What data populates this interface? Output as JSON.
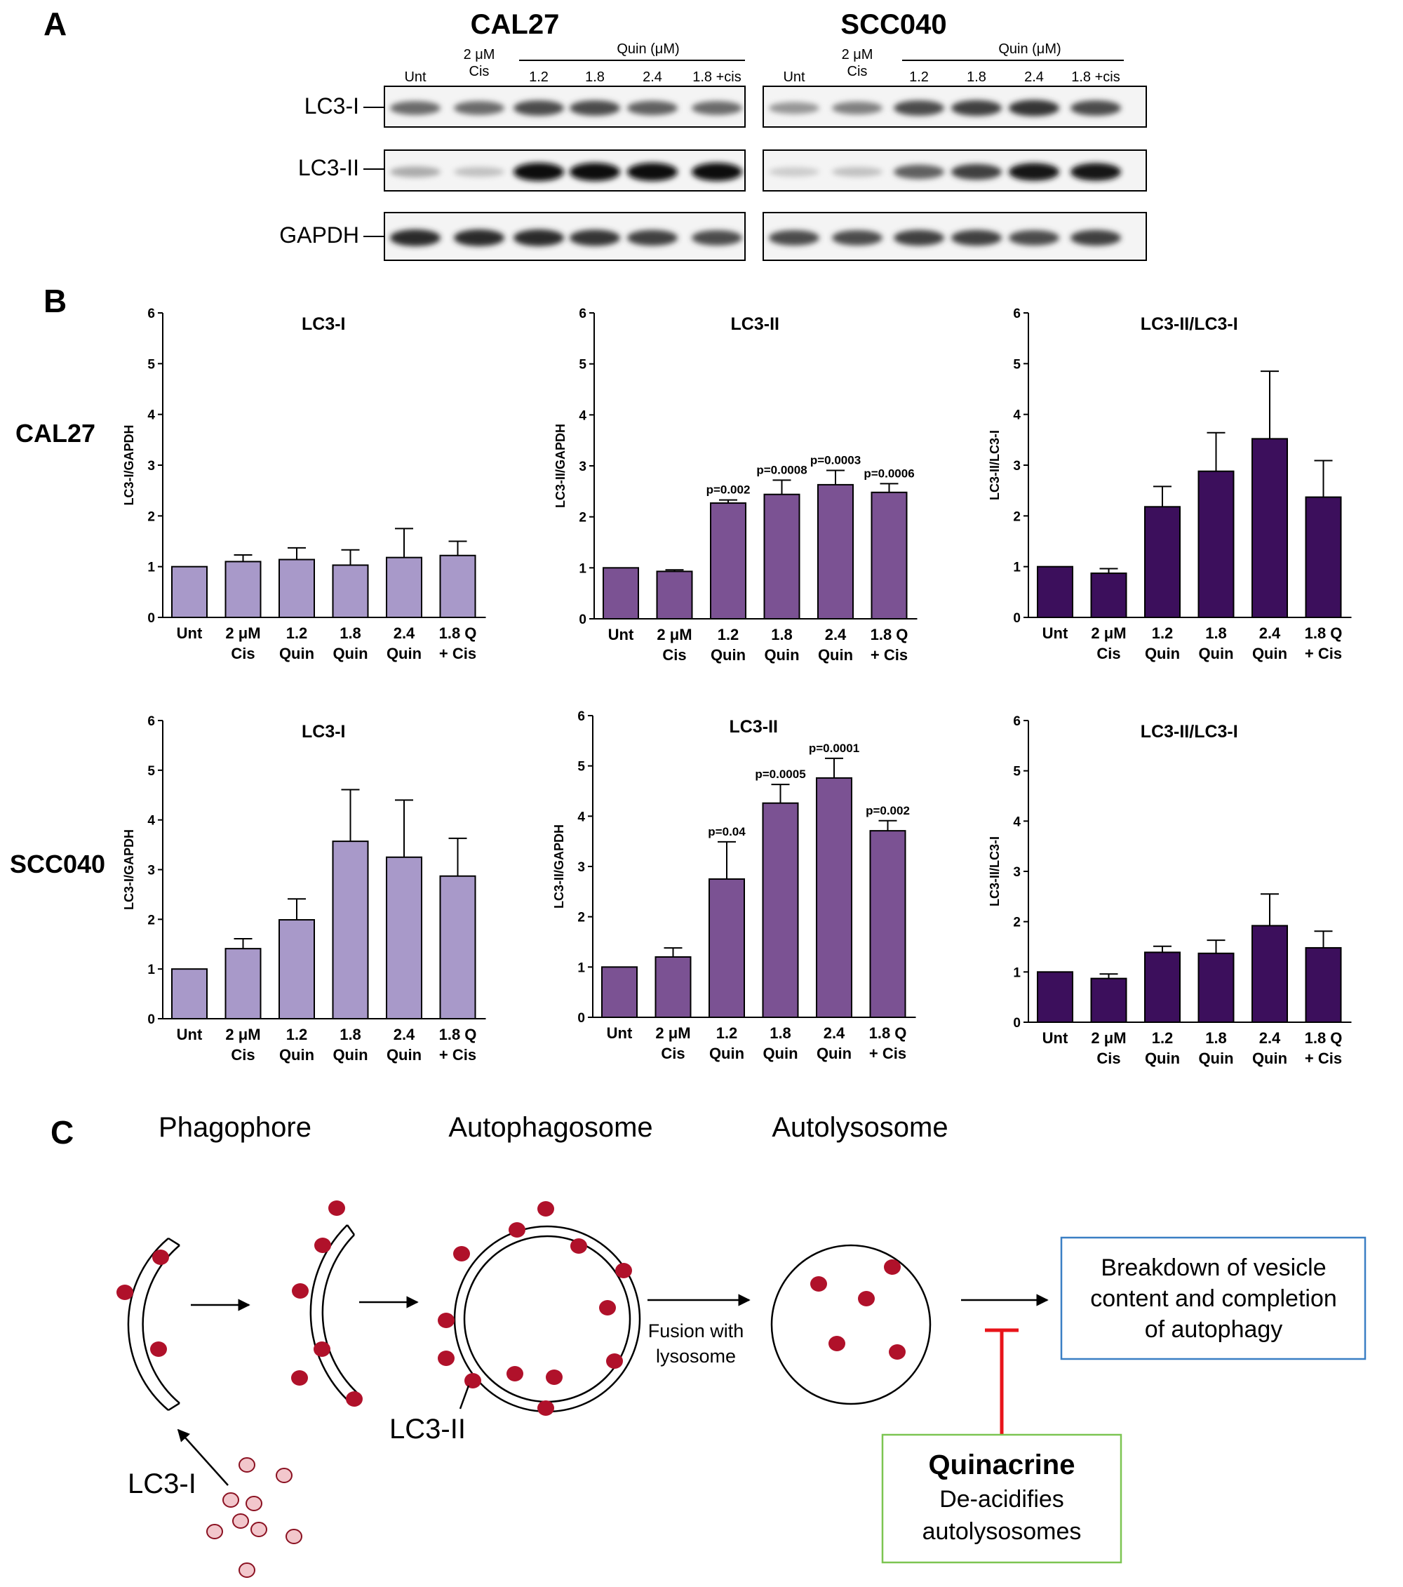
{
  "panel_a": {
    "letter": "A",
    "cell_lines": [
      {
        "name": "CAL27",
        "lanes": [
          "Unt",
          "",
          "1.2",
          "1.8",
          "2.4",
          "1.8 +cis"
        ],
        "cis_label": [
          "2 μM",
          "Cis"
        ],
        "quin_label": "Quin (μM)",
        "bands": {
          "lc3i": [
            0.55,
            0.55,
            0.7,
            0.7,
            0.6,
            0.55
          ],
          "lc3ii": [
            0.25,
            0.15,
            1.0,
            1.0,
            1.0,
            1.0
          ],
          "gapdh": [
            0.85,
            0.85,
            0.85,
            0.8,
            0.75,
            0.7
          ]
        }
      },
      {
        "name": "SCC040",
        "lanes": [
          "Unt",
          "",
          "1.2",
          "1.8",
          "2.4",
          "1.8 +cis"
        ],
        "cis_label": [
          "2 μM",
          "Cis"
        ],
        "quin_label": "Quin (μM)",
        "bands": {
          "lc3i": [
            0.35,
            0.45,
            0.7,
            0.75,
            0.8,
            0.7
          ],
          "lc3ii": [
            0.1,
            0.15,
            0.6,
            0.75,
            0.95,
            0.95
          ],
          "gapdh": [
            0.7,
            0.7,
            0.75,
            0.75,
            0.7,
            0.75
          ]
        }
      }
    ],
    "row_labels": [
      "LC3-I",
      "LC3-II",
      "GAPDH"
    ]
  },
  "panel_b": {
    "letter": "B",
    "row_labels": [
      "CAL27",
      "SCC040"
    ],
    "categories": [
      [
        "Unt"
      ],
      [
        "2 μM",
        "Cis"
      ],
      [
        "1.2",
        "Quin"
      ],
      [
        "1.8",
        "Quin"
      ],
      [
        "2.4",
        "Quin"
      ],
      [
        "1.8 Q",
        "+ Cis"
      ]
    ],
    "colors": {
      "lc3i": "#a899c9",
      "lc3ii": "#7b5293",
      "ratio": "#3c0f5c"
    }
  },
  "chart_data": [
    {
      "type": "bar",
      "title": "LC3-I",
      "ylabel": "LC3-I/GAPDH",
      "xlabel": "",
      "ylim": [
        0,
        6
      ],
      "yticks": [
        "0",
        "1",
        "2",
        "3",
        "4",
        "5",
        "6"
      ],
      "categories": [
        "Unt",
        "2 μM Cis",
        "1.2 Quin",
        "1.8 Quin",
        "2.4 Quin",
        "1.8 Q + Cis"
      ],
      "values": [
        1.0,
        1.1,
        1.14,
        1.03,
        1.18,
        1.22
      ],
      "errors": [
        0.0,
        0.13,
        0.23,
        0.3,
        0.57,
        0.28
      ],
      "annotations": [
        "",
        "",
        "",
        "",
        "",
        ""
      ],
      "color": "#a899c9"
    },
    {
      "type": "bar",
      "title": "LC3-II",
      "ylabel": "LC3-II/GAPDH",
      "xlabel": "",
      "ylim": [
        0,
        6
      ],
      "yticks": [
        "0",
        "1",
        "2",
        "3",
        "4",
        "5",
        "6"
      ],
      "categories": [
        "Unt",
        "2 μM Cis",
        "1.2 Quin",
        "1.8 Quin",
        "2.4 Quin",
        "1.8 Q + Cis"
      ],
      "values": [
        1.0,
        0.93,
        2.27,
        2.44,
        2.63,
        2.48
      ],
      "errors": [
        0.0,
        0.03,
        0.06,
        0.28,
        0.28,
        0.17
      ],
      "annotations": [
        "",
        "",
        "p=0.002",
        "p=0.0008",
        "p=0.0003",
        "p=0.0006"
      ],
      "color": "#7b5293"
    },
    {
      "type": "bar",
      "title": "LC3-II/LC3-I",
      "ylabel": "LC3-II/LC3-I",
      "xlabel": "",
      "ylim": [
        0,
        6
      ],
      "yticks": [
        "0",
        "1",
        "2",
        "3",
        "4",
        "5",
        "6"
      ],
      "categories": [
        "Unt",
        "2 μM Cis",
        "1.2 Quin",
        "1.8 Quin",
        "2.4 Quin",
        "1.8 Q + Cis"
      ],
      "values": [
        1.0,
        0.87,
        2.18,
        2.88,
        3.52,
        2.37
      ],
      "errors": [
        0.0,
        0.09,
        0.4,
        0.76,
        1.33,
        0.72
      ],
      "annotations": [
        "",
        "",
        "",
        "",
        "",
        ""
      ],
      "color": "#3c0f5c"
    },
    {
      "type": "bar",
      "title": "LC3-I",
      "ylabel": "LC3-I/GAPDH",
      "xlabel": "",
      "ylim": [
        0,
        6
      ],
      "yticks": [
        "0",
        "1",
        "2",
        "3",
        "4",
        "5",
        "6"
      ],
      "categories": [
        "Unt",
        "2 μM Cis",
        "1.2 Quin",
        "1.8 Quin",
        "2.4 Quin",
        "1.8 Q + Cis"
      ],
      "values": [
        1.0,
        1.41,
        1.99,
        3.57,
        3.25,
        2.87
      ],
      "errors": [
        0.0,
        0.2,
        0.42,
        1.04,
        1.15,
        0.76
      ],
      "annotations": [
        "",
        "",
        "",
        "",
        "",
        ""
      ],
      "color": "#a899c9"
    },
    {
      "type": "bar",
      "title": "LC3-II",
      "ylabel": "LC3-II/GAPDH",
      "xlabel": "",
      "ylim": [
        0,
        6
      ],
      "yticks": [
        "0",
        "1",
        "2",
        "3",
        "4",
        "5",
        "6"
      ],
      "categories": [
        "Unt",
        "2 μM Cis",
        "1.2 Quin",
        "1.8 Quin",
        "2.4 Quin",
        "1.8 Q + Cis"
      ],
      "values": [
        1.0,
        1.2,
        2.75,
        4.26,
        4.76,
        3.71
      ],
      "errors": [
        0.0,
        0.18,
        0.74,
        0.37,
        0.39,
        0.2
      ],
      "annotations": [
        "",
        "",
        "p=0.04",
        "p=0.0005",
        "p=0.0001",
        "p=0.002"
      ],
      "color": "#7b5293"
    },
    {
      "type": "bar",
      "title": "LC3-II/LC3-I",
      "ylabel": "LC3-II/LC3-I",
      "xlabel": "",
      "ylim": [
        0,
        6
      ],
      "yticks": [
        "0",
        "1",
        "2",
        "3",
        "4",
        "5",
        "6"
      ],
      "categories": [
        "Unt",
        "2 μM Cis",
        "1.2 Quin",
        "1.8 Quin",
        "2.4 Quin",
        "1.8 Q + Cis"
      ],
      "values": [
        1.0,
        0.87,
        1.39,
        1.37,
        1.92,
        1.48
      ],
      "errors": [
        0.0,
        0.09,
        0.12,
        0.26,
        0.63,
        0.33
      ],
      "annotations": [
        "",
        "",
        "",
        "",
        "",
        ""
      ],
      "color": "#3c0f5c"
    }
  ],
  "panel_c": {
    "letter": "C",
    "stages": [
      "Phagophore",
      "Autophagosome",
      "Autolysosome"
    ],
    "lc3i_label": "LC3-I",
    "lc3ii_label": "LC3-II",
    "fusion_lines": [
      "Fusion with",
      "lysosome"
    ],
    "breakdown_lines": [
      "Breakdown of vesicle",
      "content and completion",
      "of autophagy"
    ],
    "quinacrine_title": "Quinacrine",
    "quinacrine_lines": [
      "De-acidifies",
      "autolysosomes"
    ],
    "colors": {
      "lc3ii_dot": "#b0112a",
      "lc3i_dot": "#f2c7cc",
      "breakdown_border": "#3a7fc4",
      "quin_border": "#7cc552",
      "inhibit": "#e8141a"
    }
  }
}
